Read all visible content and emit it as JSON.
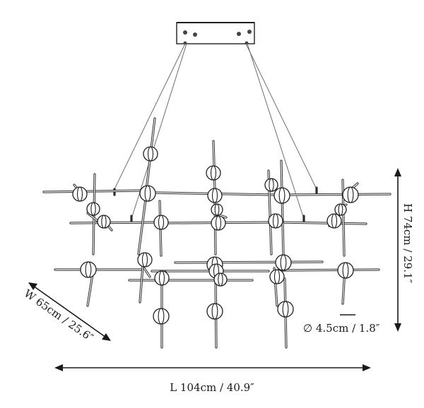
{
  "diagram": {
    "product": "chandelier",
    "dimensions": {
      "length": "L 104cm / 40.9″",
      "width": "W 65cm / 25.6″",
      "height": "H 74cm / 29.1″",
      "globe_diameter": "∅ 4.5cm / 1.8″"
    }
  }
}
